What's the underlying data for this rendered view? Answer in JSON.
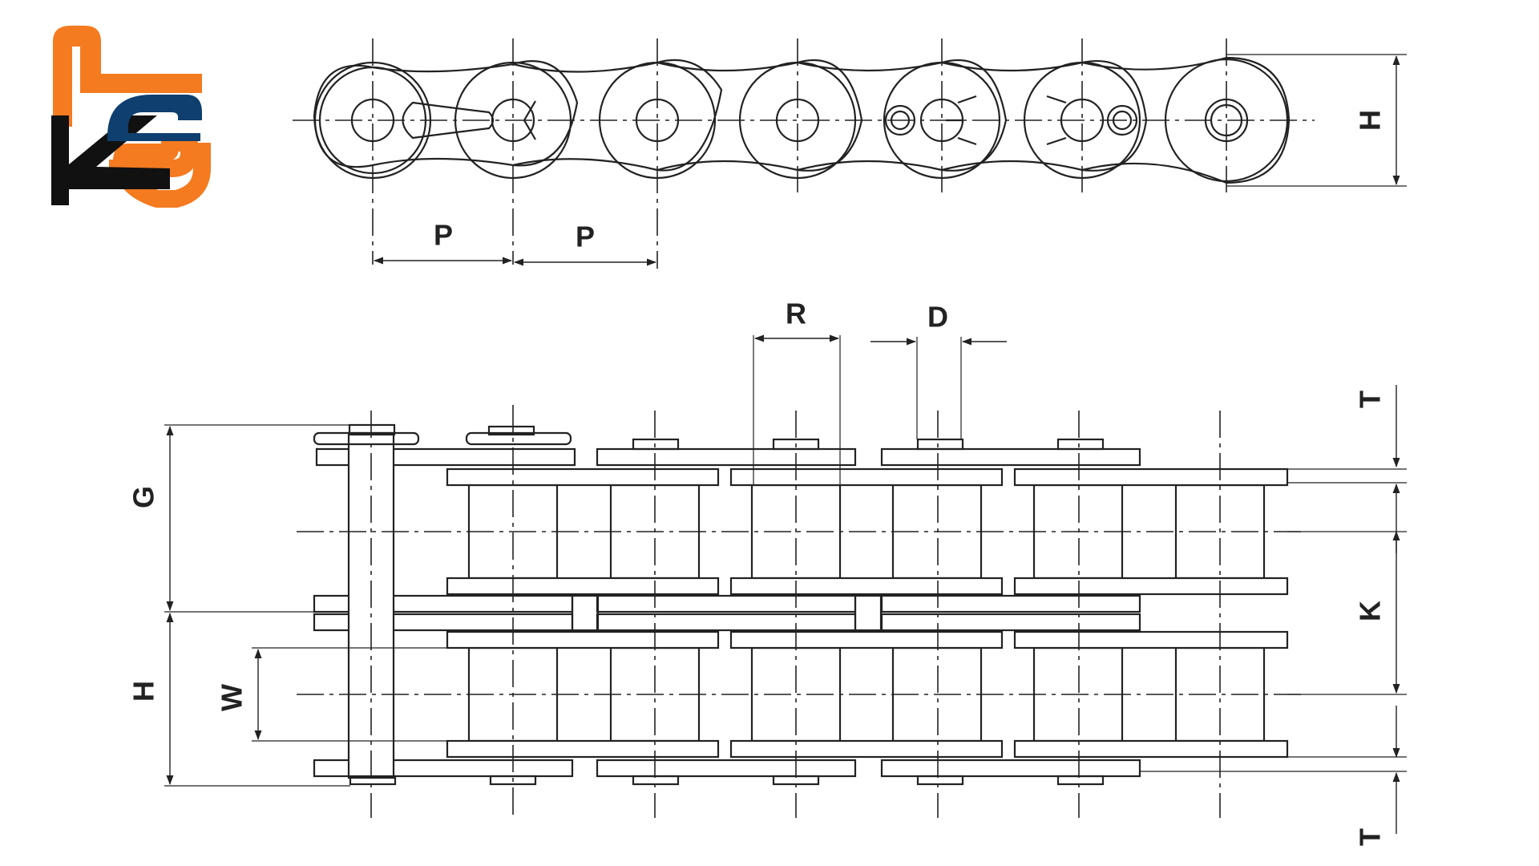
{
  "logo": {
    "text": "KS",
    "colors": {
      "orange": "#F47B20",
      "black": "#111111",
      "blue": "#0E3F6E"
    }
  },
  "top_view": {
    "labels": {
      "pitch_1": "P",
      "pitch_2": "P",
      "height": "H"
    }
  },
  "side_view": {
    "labels": {
      "roller_width": "R",
      "pin_diameter": "D",
      "plate_thickness_top": "T",
      "plate_thickness_bottom": "T",
      "overall_g": "G",
      "plate_height": "H",
      "roller_w": "W",
      "transverse_pitch": "K"
    }
  },
  "colors": {
    "line": "#222222",
    "background": "#ffffff"
  }
}
